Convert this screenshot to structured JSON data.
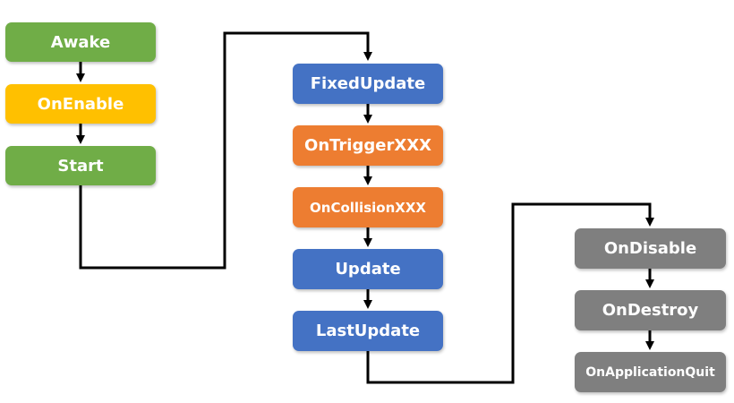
{
  "colors": {
    "init": "#70AD47",
    "enable": "#FFC000",
    "update": "#4472C4",
    "physics": "#ED7D31",
    "teardown": "#7F7F7F",
    "connector": "#000000"
  },
  "nodes": {
    "awake": "Awake",
    "on_enable": "OnEnable",
    "start": "Start",
    "fixed_update": "FixedUpdate",
    "on_trigger": "OnTriggerXXX",
    "on_collision": "OnCollisionXXX",
    "update": "Update",
    "last_update": "LastUpdate",
    "on_disable": "OnDisable",
    "on_destroy": "OnDestroy",
    "on_application_quit": "OnApplicationQuit"
  }
}
